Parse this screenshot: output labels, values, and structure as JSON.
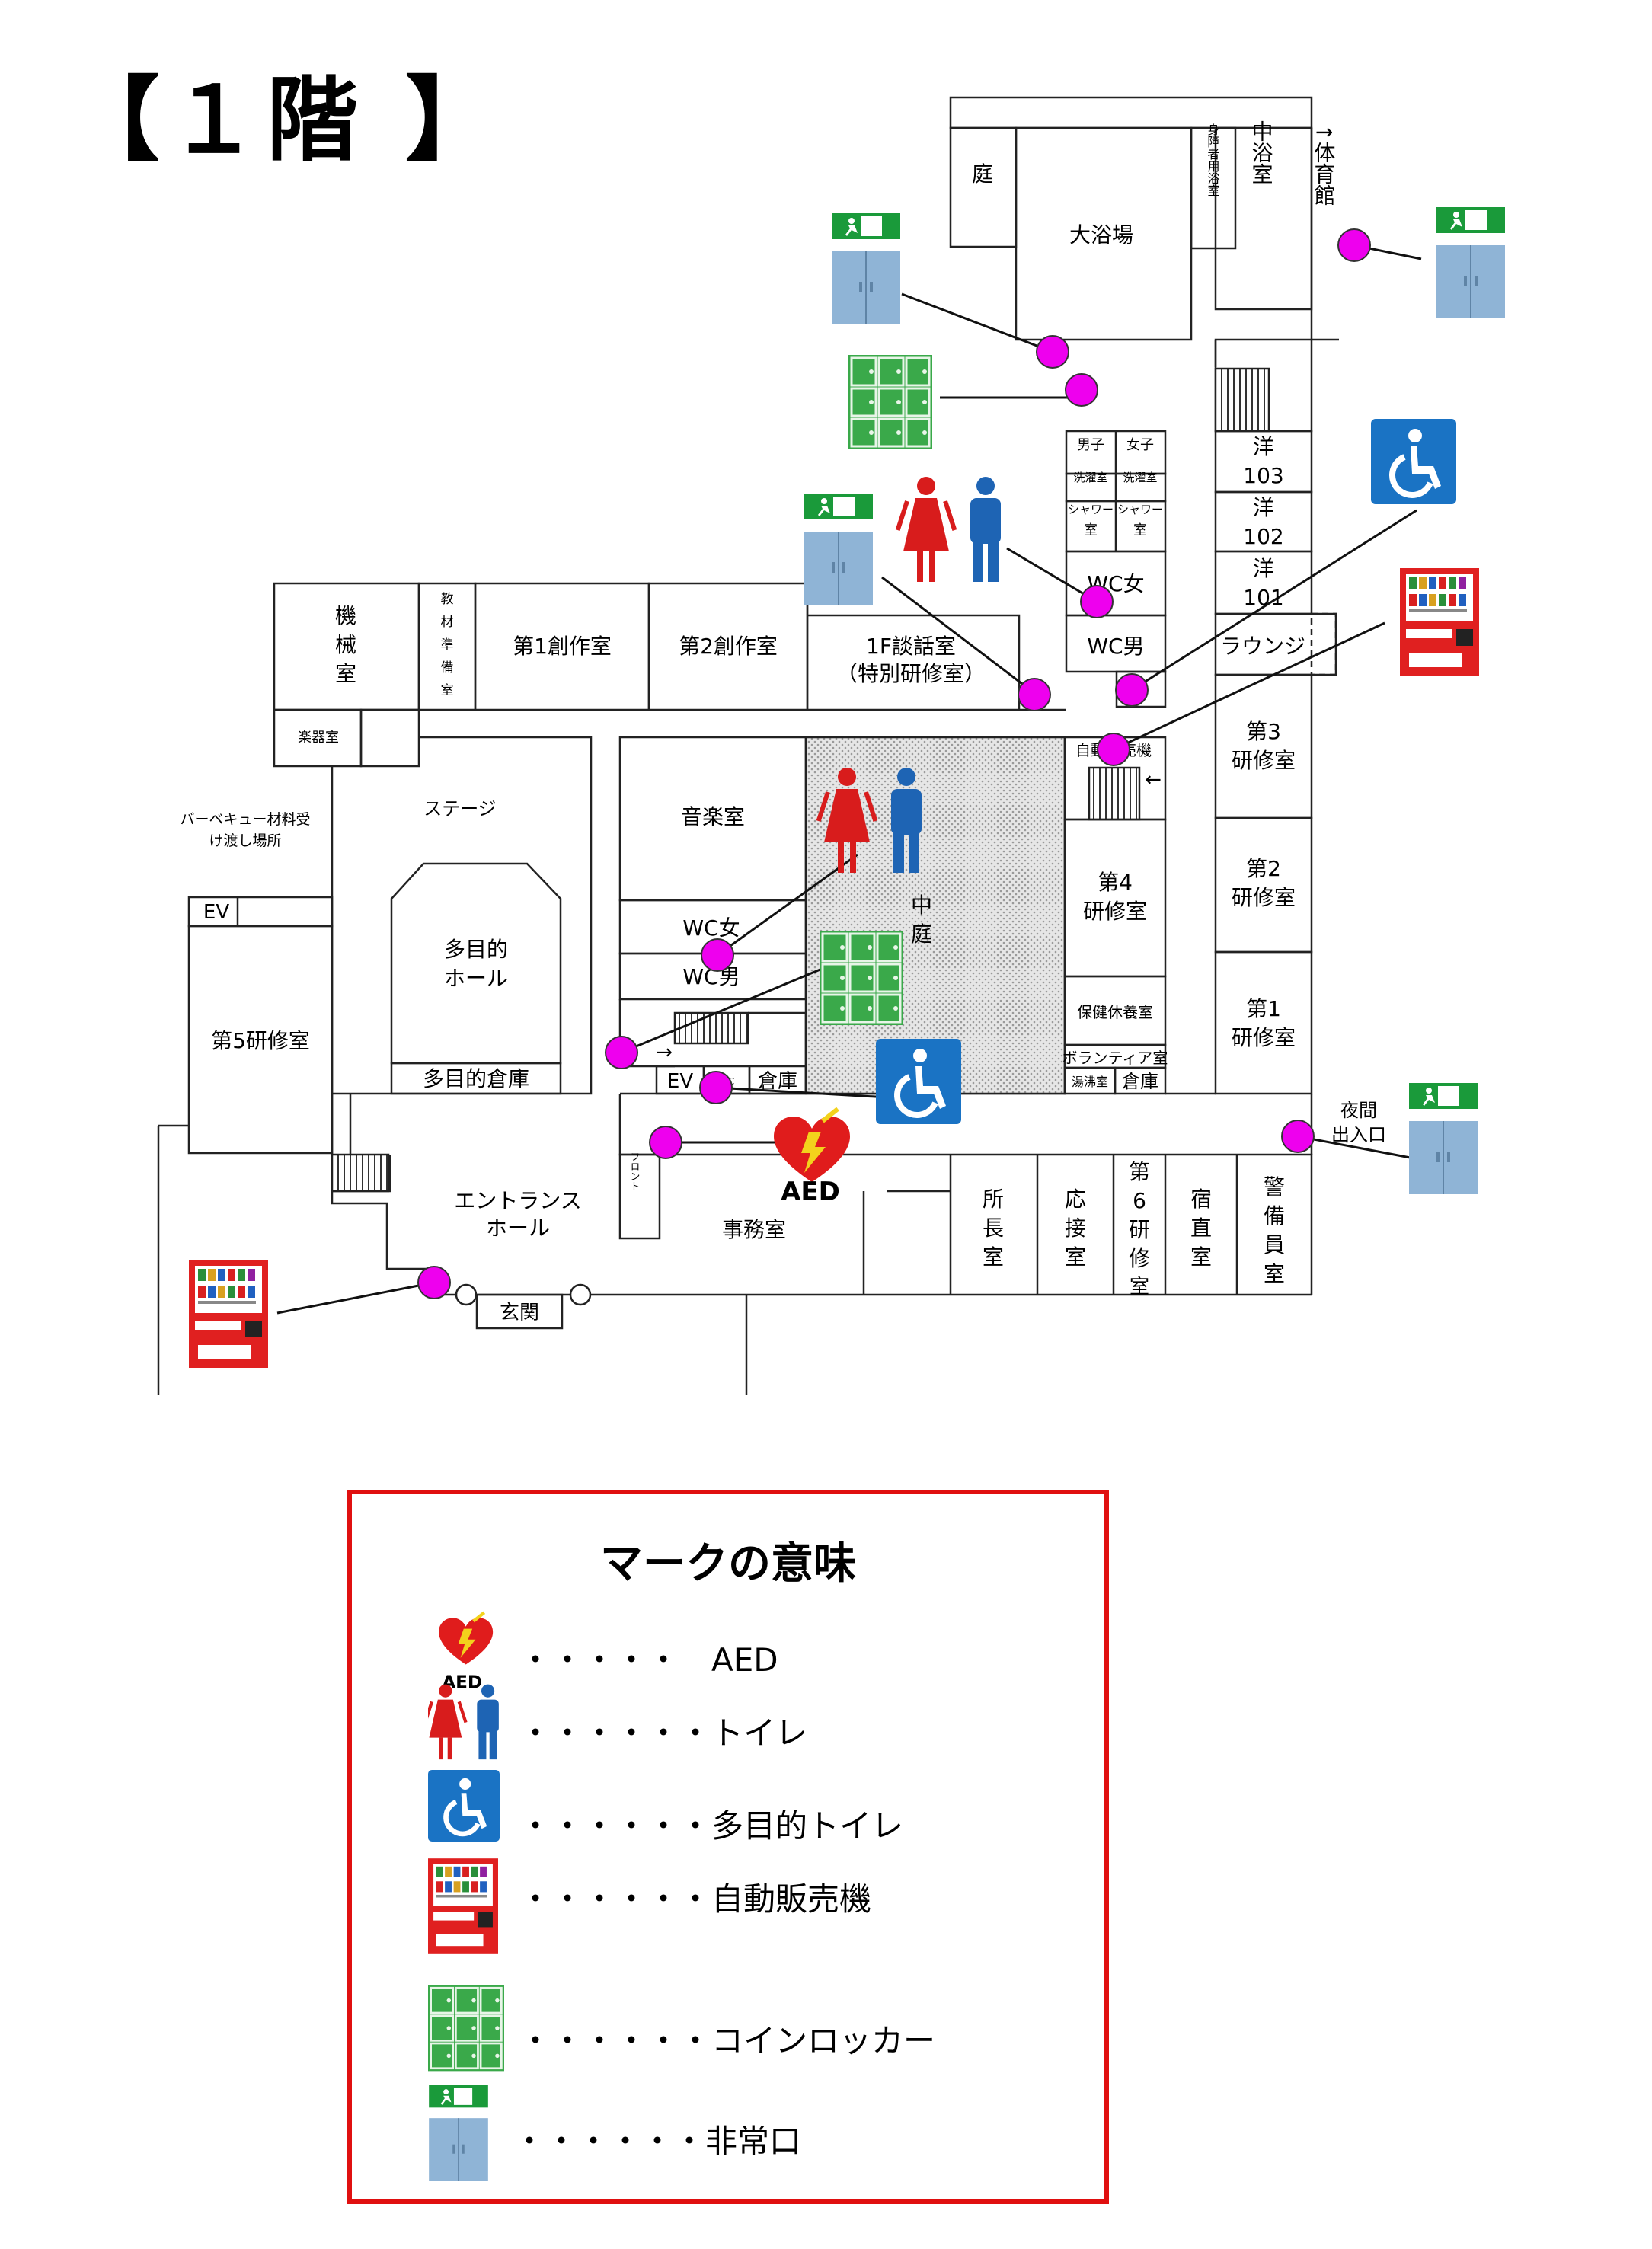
{
  "page_title": "【１階 】",
  "rooms": {
    "niwa": "庭",
    "daiyokushitsu": "大浴場",
    "shougaisha": "身障者用浴室",
    "chuyoku": "中浴室",
    "taiikukan": "↑体育館",
    "danshi_sentaku": [
      "男子",
      "洗濯室"
    ],
    "joshi_sentaku": [
      "女子",
      "洗濯室"
    ],
    "shower1": [
      "シャワー",
      "室"
    ],
    "shower2": [
      "シャワー",
      "室"
    ],
    "you103": [
      "洋",
      "103"
    ],
    "you102": [
      "洋",
      "102"
    ],
    "you101": [
      "洋",
      "101"
    ],
    "wc_women_1": "WC女",
    "wc_men_1": "WC男",
    "lounge": "ラウンジ",
    "kikai": [
      "機",
      "械",
      "室"
    ],
    "gakki": "楽器室",
    "kyozai": [
      "教",
      "材",
      "準",
      "備",
      "室"
    ],
    "sousaku1": "第1創作室",
    "sousaku2": "第2創作室",
    "danwa": [
      "1F談話室",
      "（特別研修室）"
    ],
    "jihanki_room": "自動販売機",
    "kenshu3": [
      "第3",
      "研修室"
    ],
    "kenshu2": [
      "第2",
      "研修室"
    ],
    "kenshu1": [
      "第1",
      "研修室"
    ],
    "kenshu4": [
      "第4",
      "研修室"
    ],
    "hoken": "保健休養室",
    "volunteer": "ボランティア室",
    "yuwakashi": "湯沸室",
    "souko_r": "倉庫",
    "stage": "ステージ",
    "ongaku": "音楽室",
    "wc_women_2": "WC女",
    "wc_men_2": "WC男",
    "nakaniwa": [
      "中",
      "庭"
    ],
    "bbq": [
      "バーベキュー材料受",
      "け渡し場所"
    ],
    "ev1": "EV",
    "ev2": "EV",
    "wc_small": "WC",
    "souko_c": "倉庫",
    "tamokuteki_hall": [
      "多目的",
      "ホール"
    ],
    "tamokuteki_souko": "多目的倉庫",
    "kenshu5": "第5研修室",
    "entrance": [
      "エントランス",
      "ホール"
    ],
    "front": "フロント",
    "jimushitsu": "事務室",
    "shochou": [
      "所",
      "長",
      "室"
    ],
    "ousetsu": [
      "応",
      "接",
      "室"
    ],
    "kenshu6": [
      "第",
      "6",
      "研",
      "修",
      "室"
    ],
    "shukuchoku": [
      "宿",
      "直",
      "室"
    ],
    "keibiin": [
      "警",
      "備",
      "員",
      "室"
    ],
    "yakan": [
      "夜間",
      "出入口"
    ],
    "genkan": "玄関",
    "arrow_right": "→",
    "arrow_left": "←"
  },
  "legend": {
    "title": "マークの意味",
    "items": [
      {
        "icon": "aed-icon",
        "label": "・・・・・　AED"
      },
      {
        "icon": "toilet-icon",
        "label": "・・・・・・トイレ"
      },
      {
        "icon": "accessible-toilet-icon",
        "label": "・・・・・・多目的トイレ"
      },
      {
        "icon": "vending-machine-icon",
        "label": "・・・・・・自動販売機"
      },
      {
        "icon": "coin-locker-icon",
        "label": "・・・・・・コインロッカー"
      },
      {
        "icon": "emergency-exit-icon",
        "label": "・・・・・・非常口"
      }
    ]
  },
  "aed_label": "AED",
  "colors": {
    "marker": "#ee00ee",
    "legend_border": "#e01010",
    "toilet_red": "#d81c1c",
    "toilet_blue": "#1e64b4",
    "accessible_blue": "#1a73c4",
    "vending_red": "#e02020",
    "locker_green": "#3aa94a",
    "exit_door": "#8fb4d6",
    "exit_sign_green": "#1a9a3a"
  }
}
